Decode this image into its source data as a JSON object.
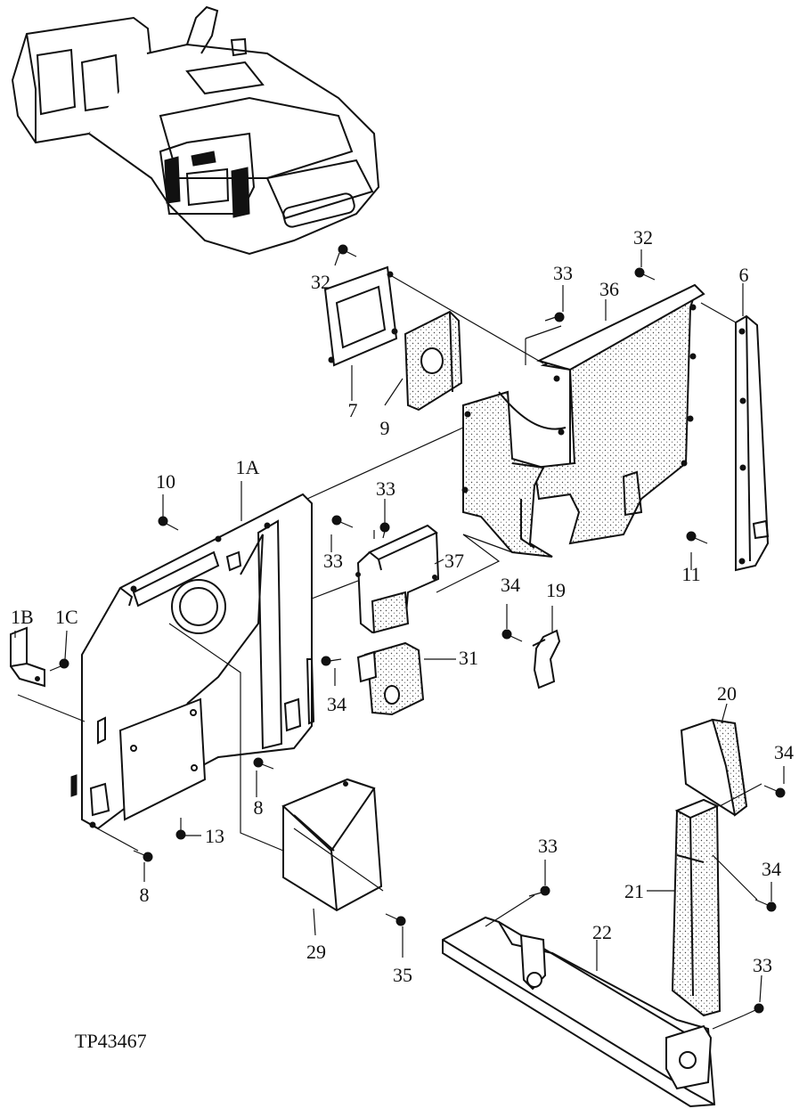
{
  "drawing_id": "TP43467",
  "labels": {
    "p1A": "1A",
    "p1B": "1B",
    "p1C": "1C",
    "p6": "6",
    "p7": "7",
    "p8": "8",
    "p9": "9",
    "p10": "10",
    "p11": "11",
    "p13": "13",
    "p19": "19",
    "p20": "20",
    "p21": "21",
    "p22": "22",
    "p29": "29",
    "p31": "31",
    "p32": "32",
    "p33": "33",
    "p34": "34",
    "p35": "35",
    "p36": "36",
    "p37": "37"
  }
}
